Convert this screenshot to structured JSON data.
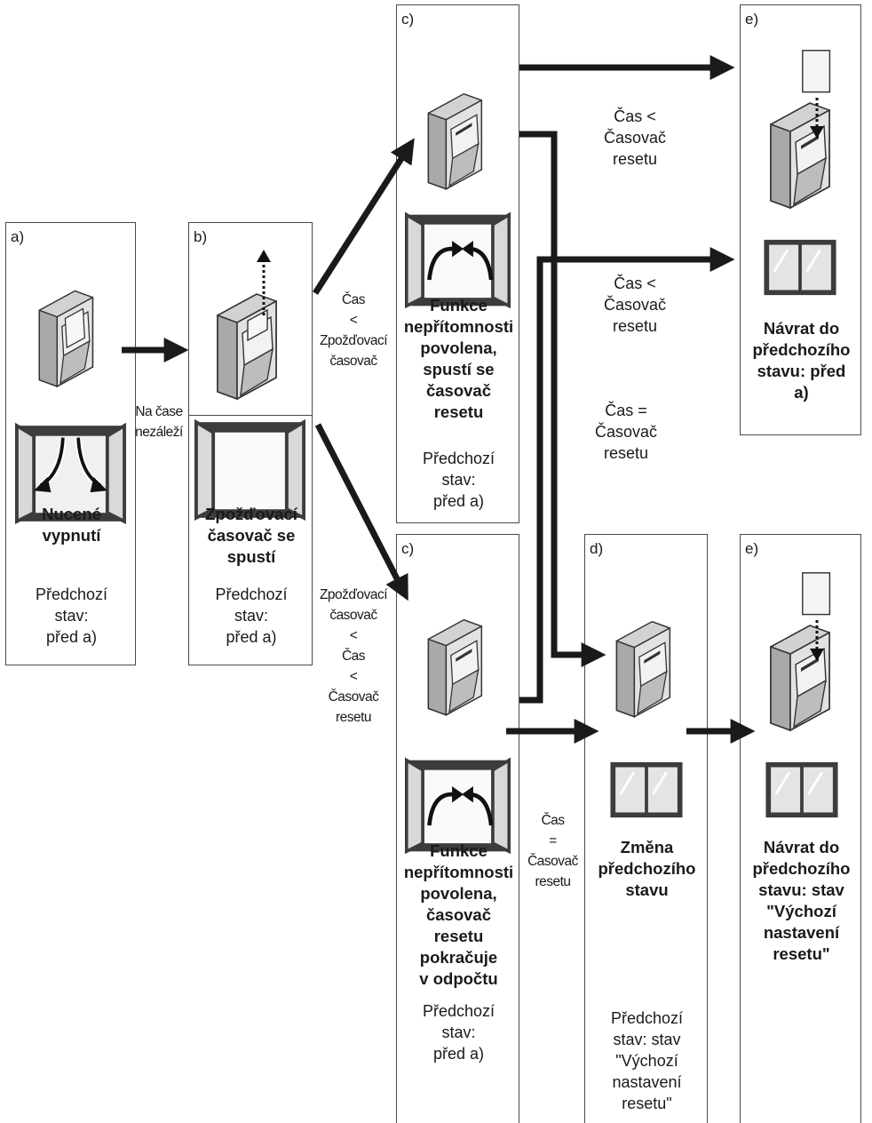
{
  "boxes": {
    "a": {
      "tag": "a)",
      "title": "Nucené\nvypnutí",
      "note": "Předchozí\nstav:\npřed a)"
    },
    "b": {
      "tag": "b)",
      "title": "Zpožďovací\nčasovač se\nspustí",
      "note": "Předchozí\nstav:\npřed a)"
    },
    "c_top": {
      "tag": "c)",
      "title": "Funkce\nnepřítomnosti\npovolena,\nspustí se\nčasovač\nresetu",
      "note": "Předchozí\nstav:\npřed a)"
    },
    "c_bottom": {
      "tag": "c)",
      "title": "Funkce\nnepřítomnosti\npovolena,\nčasovač\nresetu\npokračuje\nv odpočtu",
      "note": "Předchozí\nstav:\npřed a)"
    },
    "d": {
      "tag": "d)",
      "title": "Změna\npředchozího\nstavu",
      "note": "Předchozí\nstav: stav\n\"Výchozí\nnastavení\nresetu\""
    },
    "e_top": {
      "tag": "e)",
      "title": "Návrat do\npředchozího\nstavu: před\na)"
    },
    "e_bottom": {
      "tag": "e)",
      "title": "Návrat do\npředchozího\nstavu: stav\n\"Výchozí\nnastavení\nresetu\""
    }
  },
  "labels": {
    "na_case": "Na čase\nnezáleží",
    "cas_lt_zpozd": "Čas\n<\nZpožďovací\nčasovač",
    "zpozd_lt_cas": "Zpožďovací\nčasovač\n<\nČas\n<\nČasovač\nresetu",
    "cas_lt_reset_1": "Čas <\nČasovač\nresetu",
    "cas_lt_reset_2": "Čas <\nČasovač\nresetu",
    "cas_eq_reset_1": "Čas =\nČasovač\nresetu",
    "cas_eq_reset_2": "Čas\n=\nČasovač\nresetu"
  },
  "colors": {
    "arrow": "#1a1a1a",
    "frame": "#4a4a4a",
    "switch_body": "#c8c8c8",
    "window_frame": "#3c3c3c"
  }
}
